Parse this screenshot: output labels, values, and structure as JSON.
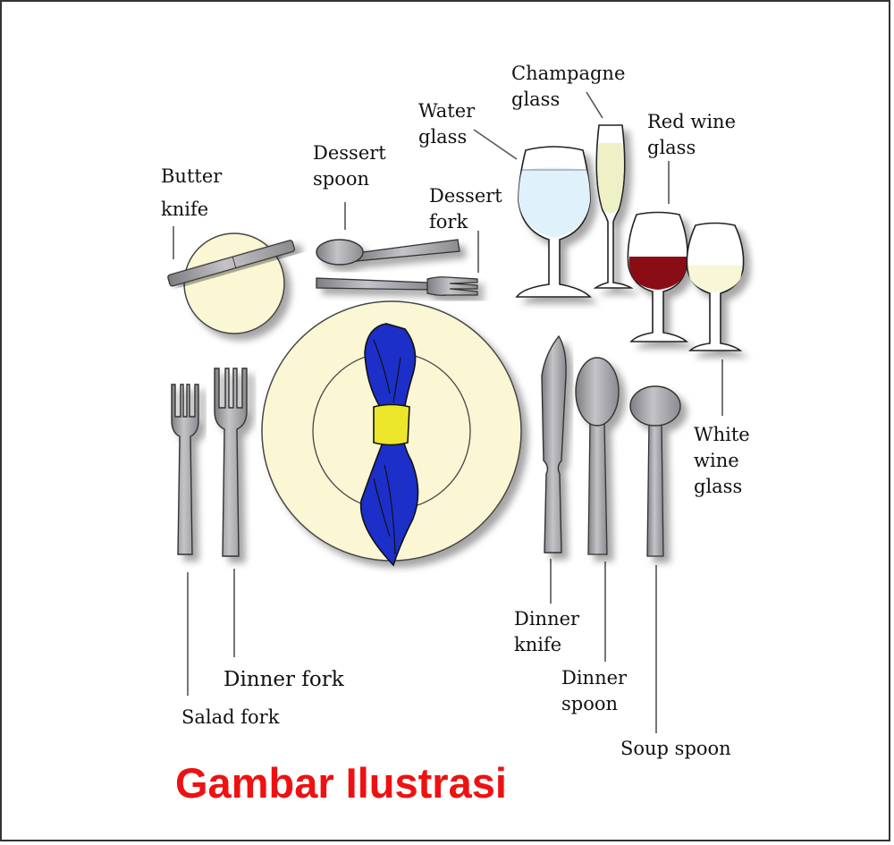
{
  "labels": {
    "butter_knife": [
      "Butter",
      "knife"
    ],
    "dessert_spoon": [
      "Dessert",
      "spoon"
    ],
    "dessert_fork": [
      "Dessert",
      "fork"
    ],
    "water_glass": [
      "Water",
      "glass"
    ],
    "champagne_glass": [
      "Champagne",
      "glass"
    ],
    "red_wine_glass": [
      "Red wine",
      "glass"
    ],
    "white_wine_glass": [
      "White",
      "wine",
      "glass"
    ],
    "salad_fork": [
      "Salad fork"
    ],
    "dinner_fork": [
      "Dinner fork"
    ],
    "dinner_knife": [
      "Dinner",
      "knife"
    ],
    "dinner_spoon": [
      "Dinner",
      "spoon"
    ],
    "soup_spoon": [
      "Soup spoon"
    ]
  },
  "caption": "Gambar Ilustrasi",
  "colors": {
    "plate": "#fbf6d4",
    "napkin": "#1c2fc8",
    "napkin_ring": "#ece62a",
    "cutlery": "#a9a9ad",
    "water": "#dff1fb",
    "champagne": "#eef0c6",
    "red_wine": "#8a0f16",
    "white_wine": "#f8f6d6",
    "caption": "#ee1111"
  }
}
